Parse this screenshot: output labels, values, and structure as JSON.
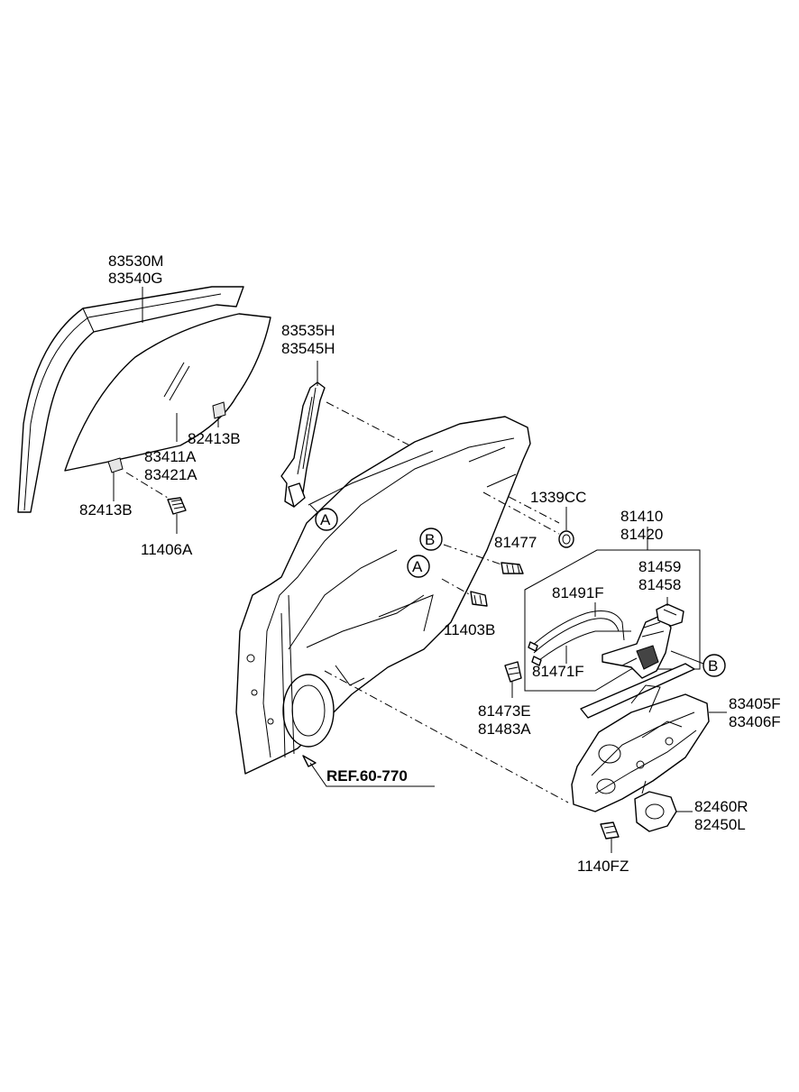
{
  "parts": {
    "glass_run": [
      "83530M",
      "83540G"
    ],
    "channel": [
      "83535H",
      "83545H"
    ],
    "glass": [
      "83411A",
      "83421A"
    ],
    "holder_upper": "82413B",
    "holder_lower": "82413B",
    "bolt_glass": "11406A",
    "grommet": "1339CC",
    "latch_assy": [
      "81410",
      "81420"
    ],
    "actuator": [
      "81459",
      "81458"
    ],
    "cable_upper": "81491F",
    "cable_lower": "81471F",
    "bolt_latch": "81477",
    "bolt_door": "11403B",
    "striker_bracket": [
      "81473E",
      "81483A"
    ],
    "regulator": [
      "83405F",
      "83406F"
    ],
    "motor": [
      "82460R",
      "82450L"
    ],
    "bolt_regulator": "1140FZ"
  },
  "reference": "REF.60-770",
  "callouts": {
    "a": "A",
    "b": "B"
  }
}
